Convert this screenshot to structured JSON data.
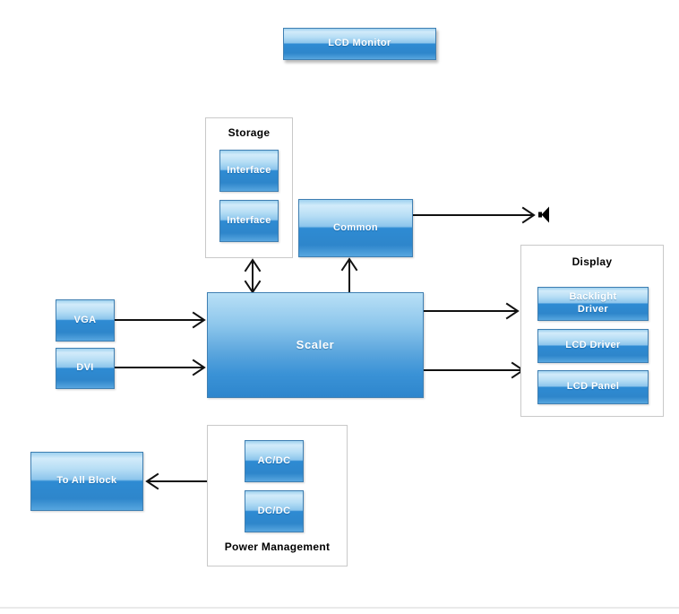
{
  "diagram": {
    "title_block": {
      "label": "LCD Monitor"
    },
    "groups": {
      "storage": {
        "title": "Storage",
        "blocks": [
          "Interface",
          "Interface"
        ]
      },
      "display": {
        "title": "Display",
        "blocks": [
          "Backlight\nDriver",
          "LCD Driver",
          "LCD Panel"
        ]
      },
      "power": {
        "title": "Power Management",
        "blocks": [
          "AC/DC",
          "DC/DC"
        ]
      }
    },
    "blocks": {
      "common": "Common",
      "scaler": "Scaler",
      "vga": "VGA",
      "dvi": "DVI",
      "to_all_block": "To All Block"
    },
    "icons": {
      "speaker": "speaker-icon"
    },
    "colors": {
      "node_accent": "#2e8bd3",
      "node_border": "#3f7fb2",
      "group_border": "#c9c9c9",
      "arrow": "#111111",
      "divider": "#eaeaea"
    }
  }
}
